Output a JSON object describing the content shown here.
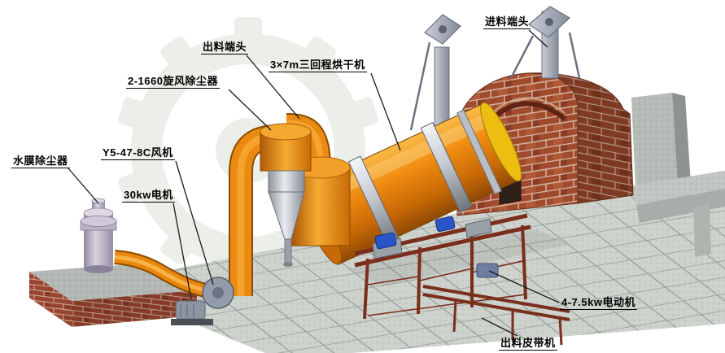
{
  "meta": {
    "description": "3D rendering of a 3x7m three-pass rotary drum dryer production line with engineering callout labels"
  },
  "colors": {
    "drum_orange": "#ef8c10",
    "duct_orange": "#e8860d",
    "brick_red": "#a04a2e",
    "steel_gray": "#9aa2b0",
    "floor_gray": "#c9cec9",
    "frame_maroon": "#7a2e1c",
    "motor_blue": "#2a55c8",
    "label_color": "#000000"
  },
  "labels": {
    "water_film_collector": "水膜除尘器",
    "fan": "Y5-47-8C风机",
    "motor_30kw": "30kw电机",
    "cyclone_collector": "2-1660旋风除尘器",
    "discharge_end": "出料端头",
    "dryer": "3×7m三回程烘干机",
    "feed_end": "进料端头",
    "motor_4_75kw": "4-7.5kw电动机",
    "discharge_belt": "出料皮带机"
  }
}
